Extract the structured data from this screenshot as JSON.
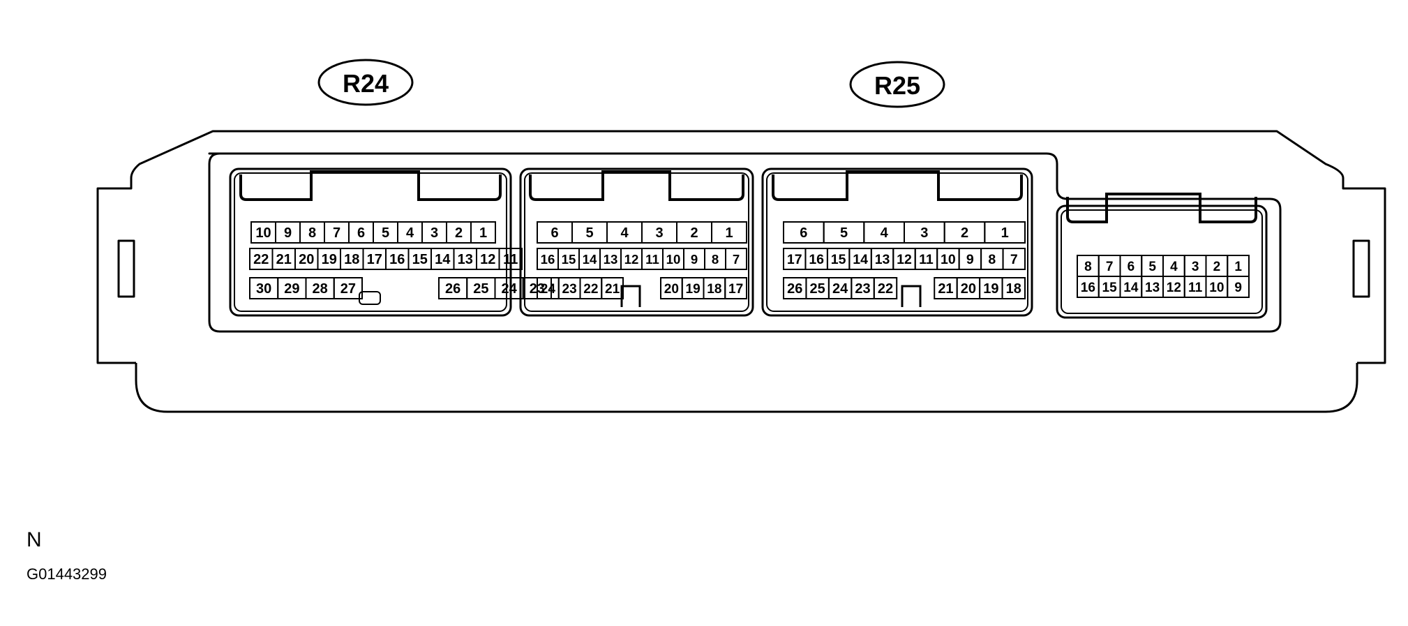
{
  "labels": {
    "left_connector": "R24",
    "right_connector": "R25"
  },
  "note_letter": "N",
  "figure_id": "G01443299",
  "connectors": [
    {
      "id": "r24",
      "row1": [
        "10",
        "9",
        "8",
        "7",
        "6",
        "5",
        "4",
        "3",
        "2",
        "1"
      ],
      "row2": [
        "22",
        "21",
        "20",
        "19",
        "18",
        "17",
        "16",
        "15",
        "14",
        "13",
        "12",
        "11"
      ],
      "row3": [
        "30",
        "29",
        "28",
        "27",
        "26",
        "25",
        "24",
        "23"
      ]
    },
    {
      "id": "c2",
      "row1": [
        "6",
        "5",
        "4",
        "3",
        "2",
        "1"
      ],
      "row2": [
        "16",
        "15",
        "14",
        "13",
        "12",
        "11",
        "10",
        "9",
        "8",
        "7"
      ],
      "row3": [
        "24",
        "23",
        "22",
        "21",
        "20",
        "19",
        "18",
        "17"
      ]
    },
    {
      "id": "c3",
      "row1": [
        "6",
        "5",
        "4",
        "3",
        "2",
        "1"
      ],
      "row2": [
        "17",
        "16",
        "15",
        "14",
        "13",
        "12",
        "11",
        "10",
        "9",
        "8",
        "7"
      ],
      "row3": [
        "26",
        "25",
        "24",
        "23",
        "22",
        "21",
        "20",
        "19",
        "18"
      ]
    },
    {
      "id": "c4",
      "row1": [
        "8",
        "7",
        "6",
        "5",
        "4",
        "3",
        "2",
        "1"
      ],
      "row2": [
        "16",
        "15",
        "14",
        "13",
        "12",
        "11",
        "10",
        "9"
      ]
    }
  ]
}
